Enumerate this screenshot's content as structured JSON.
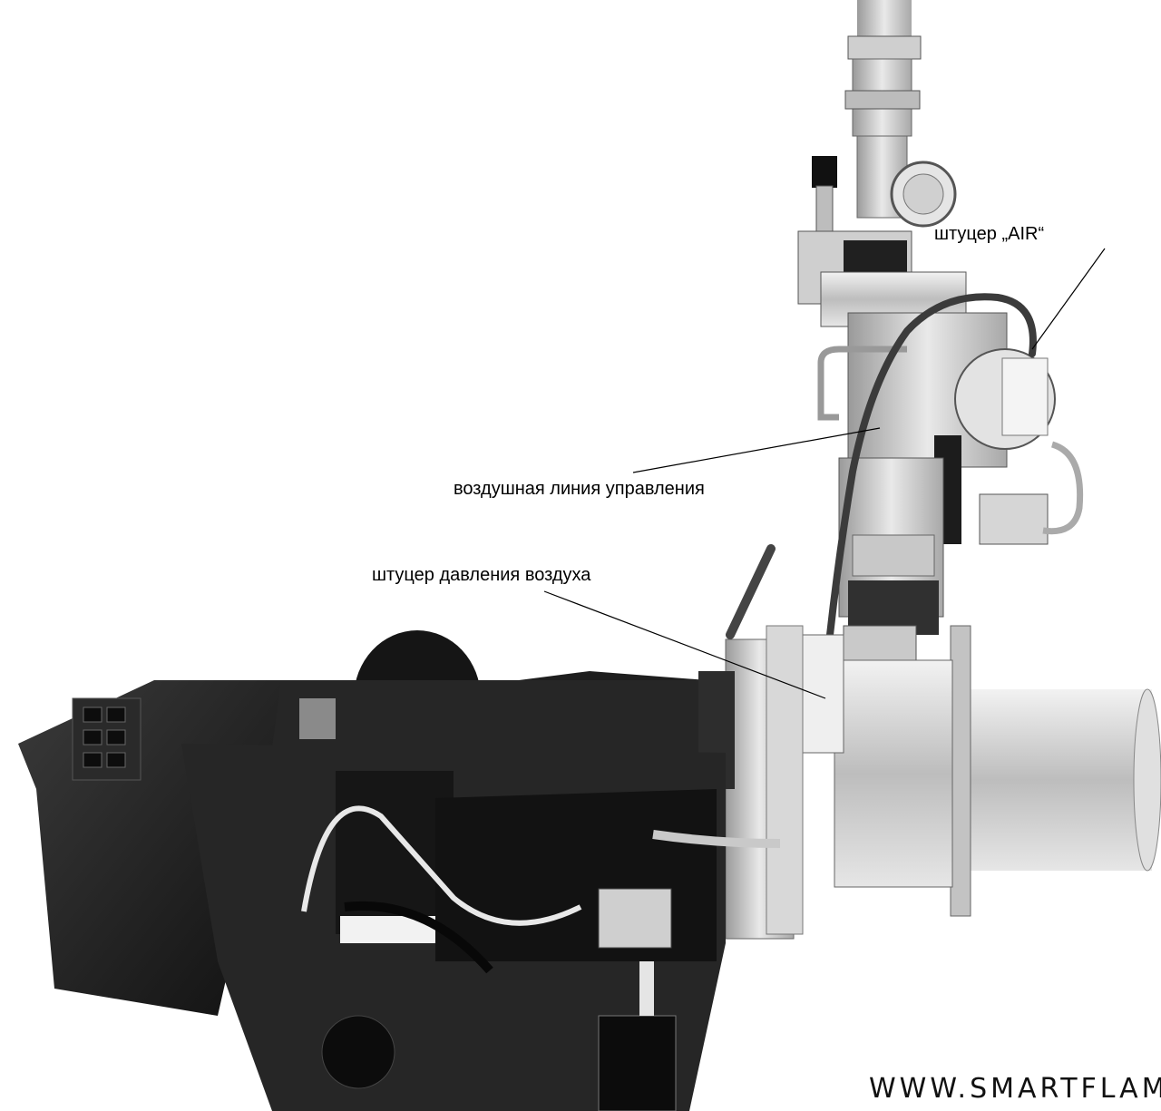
{
  "callouts": {
    "air_fitting": "штуцер „AIR“",
    "control_air_line": "воздушная линия управления",
    "air_pressure_fitting": "штуцер давления воздуха"
  },
  "watermark": "WWW.SMARTFLAM"
}
